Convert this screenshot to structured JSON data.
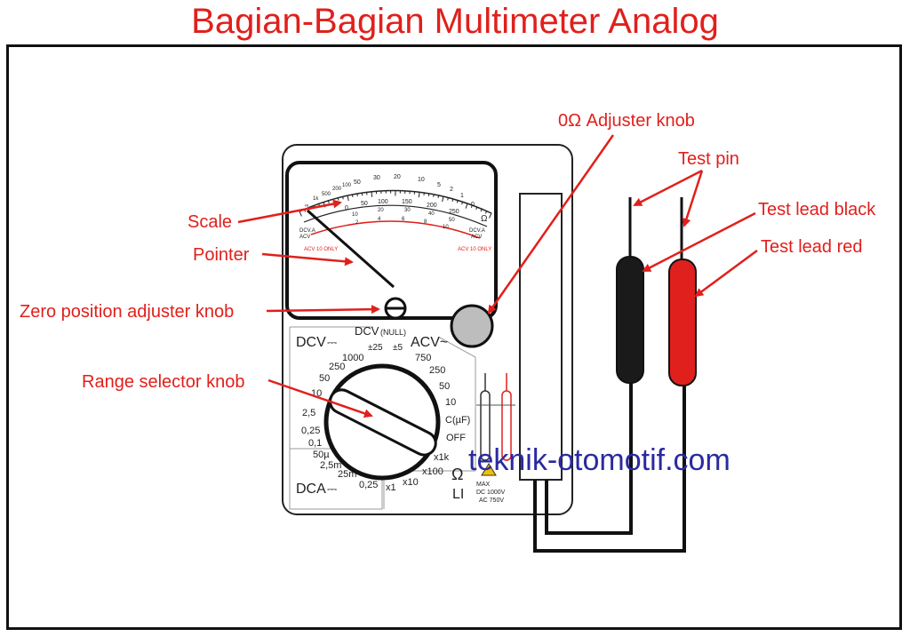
{
  "title": "Bagian-Bagian Multimeter Analog",
  "watermark": "teknik-otomotif.com",
  "colors": {
    "label": "#e0201c",
    "watermark": "#2a2aa0",
    "lead_black": "#1a1a1a",
    "lead_red": "#e0201c",
    "adjuster": "#bdbdbd"
  },
  "labels": {
    "adjuster": "0Ω Adjuster knob",
    "test_pin": "Test pin",
    "lead_black": "Test lead black",
    "lead_red": "Test lead red",
    "scale": "Scale",
    "pointer": "Pointer",
    "zero_adjuster": "Zero position adjuster knob",
    "range_selector": "Range selector knob"
  },
  "scale": {
    "top_marks": [
      "∞",
      "1k",
      "500",
      "200",
      "100",
      "50",
      "30",
      "20",
      "10",
      "5",
      "2",
      "1",
      "0"
    ],
    "ohm": "Ω",
    "dcv_a": "DCV.A",
    "acv": "ACV",
    "acv10": "ACV 10 ONLY",
    "mid_marks": [
      "0",
      "50",
      "100",
      "150",
      "200",
      "250"
    ],
    "mid_marks2": [
      "10",
      "20",
      "30",
      "40",
      "50"
    ],
    "low_marks": [
      "2",
      "4",
      "6",
      "8",
      "10"
    ]
  },
  "dial": {
    "dcv": "DCV",
    "dcv_null": "DCV",
    "null": "(NULL)",
    "pm25": "±25",
    "pm5": "±5",
    "acv": "ACV~",
    "dca": "DCA",
    "left_values": [
      "1000",
      "250",
      "50",
      "10",
      "2,5",
      "0,25",
      "0,1",
      "50µ",
      "2,5m",
      "25m",
      "0,25"
    ],
    "right_values": [
      "750",
      "250",
      "50",
      "10"
    ],
    "cuf": "C(µF)",
    "off": "OFF",
    "ohm_values": [
      "x1k",
      "x100",
      "x10",
      "x1"
    ],
    "ohm": "Ω",
    "li": "LI",
    "max": "MAX",
    "dc_max": "DC 1000V",
    "ac_max": "AC  750V"
  }
}
